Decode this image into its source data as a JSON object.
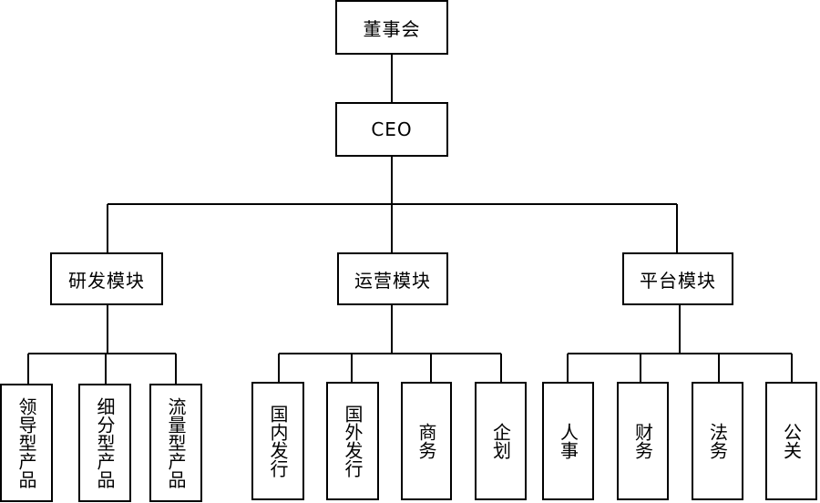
{
  "org": {
    "board": "董事会",
    "ceo": "CEO",
    "modules": [
      {
        "label": "研发模块",
        "children": [
          "领导型产品",
          "细分型产品",
          "流量型产品"
        ]
      },
      {
        "label": "运营模块",
        "children": [
          "国内发行",
          "国外发行",
          "商务",
          "企划"
        ]
      },
      {
        "label": "平台模块",
        "children": [
          "人事",
          "财务",
          "法务",
          "公关"
        ]
      }
    ]
  }
}
